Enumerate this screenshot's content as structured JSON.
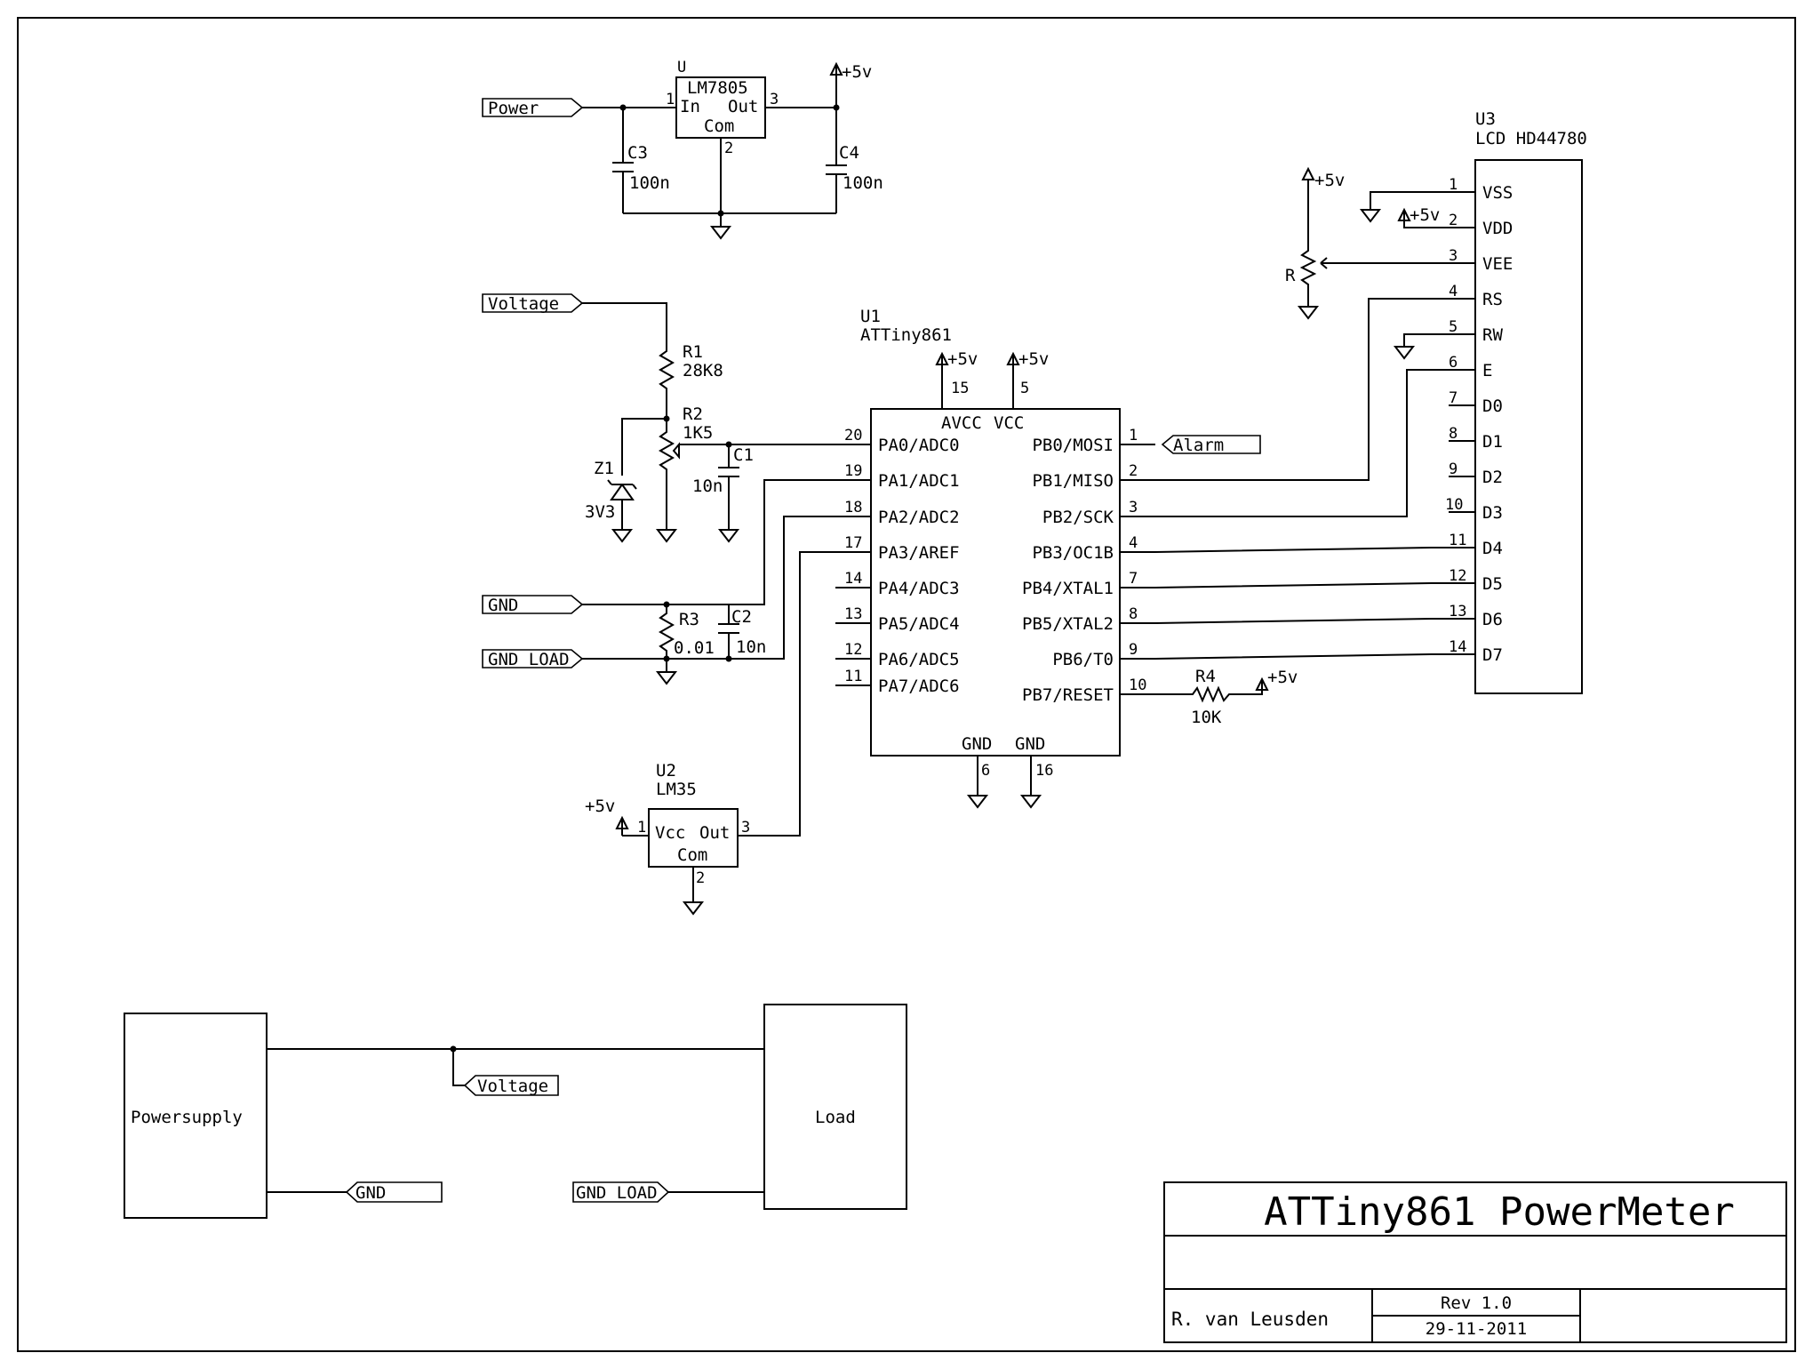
{
  "colors": {
    "ink": "#000000",
    "paper": "#ffffff"
  },
  "net_labels": {
    "power": "Power",
    "voltage": "Voltage",
    "gnd": "GND",
    "gnd_load": "GND LOAD",
    "alarm": "Alarm",
    "vcc5": "+5v"
  },
  "regulator": {
    "ref": "U",
    "part": "LM7805",
    "pin_in_label": "In",
    "pin_out_label": "Out",
    "pin_com_label": "Com",
    "pin_in": "1",
    "pin_out": "3",
    "pin_com": "2"
  },
  "capacitors": {
    "c3": {
      "ref": "C3",
      "value": "100n"
    },
    "c4": {
      "ref": "C4",
      "value": "100n"
    },
    "c1": {
      "ref": "C1",
      "value": "10n"
    },
    "c2": {
      "ref": "C2",
      "value": "10n"
    }
  },
  "resistors": {
    "r1": {
      "ref": "R1",
      "value": "28K8"
    },
    "r2": {
      "ref": "R2",
      "value": "1K5"
    },
    "r3": {
      "ref": "R3",
      "value": "0.01"
    },
    "r4": {
      "ref": "R4",
      "value": "10K"
    },
    "r": {
      "ref": "R"
    }
  },
  "zener": {
    "ref": "Z1",
    "value": "3V3"
  },
  "mcu": {
    "ref": "U1",
    "part": "ATTiny861",
    "power_pins": [
      {
        "name": "AVCC",
        "num": "15"
      },
      {
        "name": "VCC",
        "num": "5"
      }
    ],
    "gnd_pins": [
      {
        "name": "GND",
        "num": "6"
      },
      {
        "name": "GND",
        "num": "16"
      }
    ],
    "left_pins": [
      {
        "num": "20",
        "name": "PA0/ADC0"
      },
      {
        "num": "19",
        "name": "PA1/ADC1"
      },
      {
        "num": "18",
        "name": "PA2/ADC2"
      },
      {
        "num": "17",
        "name": "PA3/AREF"
      },
      {
        "num": "14",
        "name": "PA4/ADC3"
      },
      {
        "num": "13",
        "name": "PA5/ADC4"
      },
      {
        "num": "12",
        "name": "PA6/ADC5"
      },
      {
        "num": "11",
        "name": "PA7/ADC6"
      }
    ],
    "right_pins": [
      {
        "num": "1",
        "name": "PB0/MOSI"
      },
      {
        "num": "2",
        "name": "PB1/MISO"
      },
      {
        "num": "3",
        "name": "PB2/SCK"
      },
      {
        "num": "4",
        "name": "PB3/OC1B"
      },
      {
        "num": "7",
        "name": "PB4/XTAL1"
      },
      {
        "num": "8",
        "name": "PB5/XTAL2"
      },
      {
        "num": "9",
        "name": "PB6/T0"
      },
      {
        "num": "10",
        "name": "PB7/RESET"
      }
    ]
  },
  "sensor": {
    "ref": "U2",
    "part": "LM35",
    "pin_vcc_label": "Vcc",
    "pin_out_label": "Out",
    "pin_com_label": "Com",
    "pin_vcc": "1",
    "pin_out": "3",
    "pin_com": "2",
    "supply_label": "+5v"
  },
  "lcd": {
    "ref": "U3",
    "part": "LCD HD44780",
    "pins": [
      {
        "num": "1",
        "name": "VSS"
      },
      {
        "num": "2",
        "name": "VDD"
      },
      {
        "num": "3",
        "name": "VEE"
      },
      {
        "num": "4",
        "name": "RS"
      },
      {
        "num": "5",
        "name": "RW"
      },
      {
        "num": "6",
        "name": "E"
      },
      {
        "num": "7",
        "name": "D0"
      },
      {
        "num": "8",
        "name": "D1"
      },
      {
        "num": "9",
        "name": "D2"
      },
      {
        "num": "10",
        "name": "D3"
      },
      {
        "num": "11",
        "name": "D4"
      },
      {
        "num": "12",
        "name": "D5"
      },
      {
        "num": "13",
        "name": "D6"
      },
      {
        "num": "14",
        "name": "D7"
      }
    ]
  },
  "blocks": {
    "powersupply": "Powersupply",
    "load": "Load"
  },
  "title_block": {
    "title": "ATTiny861 PowerMeter",
    "author": "R. van Leusden",
    "revision": "Rev 1.0",
    "date": "29-11-2011"
  }
}
